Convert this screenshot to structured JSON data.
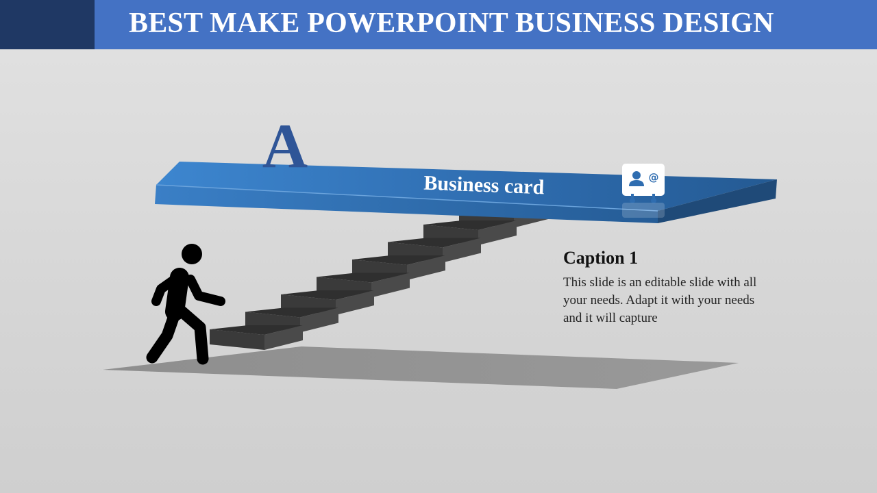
{
  "slide": {
    "title": "BEST MAKE POWERPOINT BUSINESS DESIGN",
    "accent_color": "#1f3864",
    "header_color": "#4472c4"
  },
  "diagram": {
    "platform_letter": "A",
    "platform_label": "Business card",
    "platform_icon": "business-card-icon",
    "platform_icon_symbol": "@",
    "steps": 9,
    "figure": "walking-person-icon"
  },
  "caption": {
    "title": "Caption 1",
    "body": "This slide is an editable slide with all your needs. Adapt it with your needs and it will capture"
  }
}
